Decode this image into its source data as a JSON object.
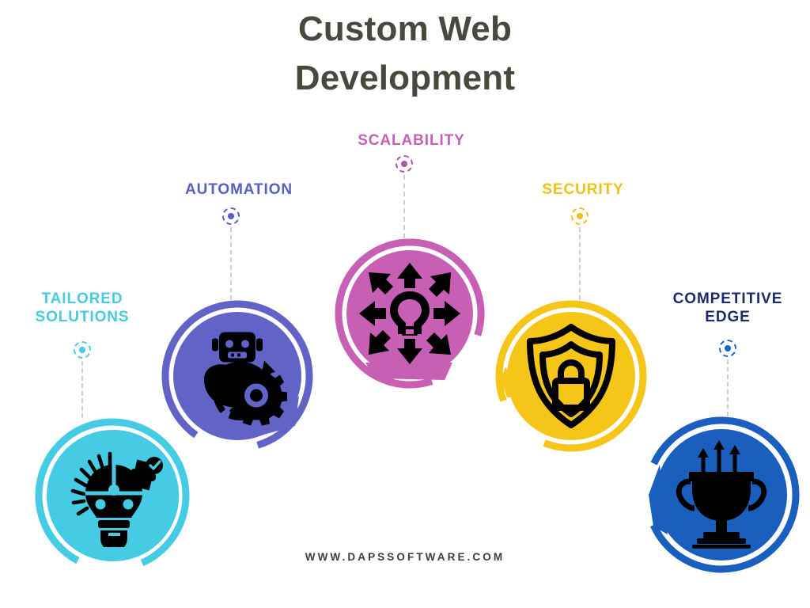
{
  "title": {
    "line1": "Custom Web",
    "line2": "Development"
  },
  "footer": {
    "url": "WWW.DAPSSOFTWARE.COM"
  },
  "colors": {
    "title": "#45493e",
    "footer": "#3d3d3d",
    "stem": "#cfcfcf",
    "background": "#ffffff",
    "tailored_solutions": "#45cbe3",
    "automation": "#6163c6",
    "scalability": "#c75fb5",
    "security": "#f5c518",
    "competitive_edge": "#1a5fbd",
    "competitive_edge_label": "#1c2a6b",
    "automation_label": "#5a5ec4",
    "scalability_label": "#c75fb5",
    "security_label": "#f0c017",
    "tailored_solutions_label": "#45cbe3",
    "icon": "#000000"
  },
  "nodes": [
    {
      "id": "tailored-solutions",
      "label": "TAILORED\nSOLUTIONS",
      "icon": "lightbulb-puzzle-icon",
      "color": "#45cbe3",
      "label_color": "#45cbe3"
    },
    {
      "id": "automation",
      "label": "AUTOMATION",
      "icon": "robot-gear-icon",
      "color": "#6163c6",
      "label_color": "#5a5ec4"
    },
    {
      "id": "scalability",
      "label": "SCALABILITY",
      "icon": "lightbulb-arrows-icon",
      "color": "#c75fb5",
      "label_color": "#c75fb5"
    },
    {
      "id": "security",
      "label": "SECURITY",
      "icon": "shield-lock-icon",
      "color": "#f5c518",
      "label_color": "#f0c017"
    },
    {
      "id": "competitive-edge",
      "label": "COMPETITIVE\nEDGE",
      "icon": "trophy-arrows-icon",
      "color": "#1a5fbd",
      "label_color": "#1c2a6b"
    }
  ]
}
